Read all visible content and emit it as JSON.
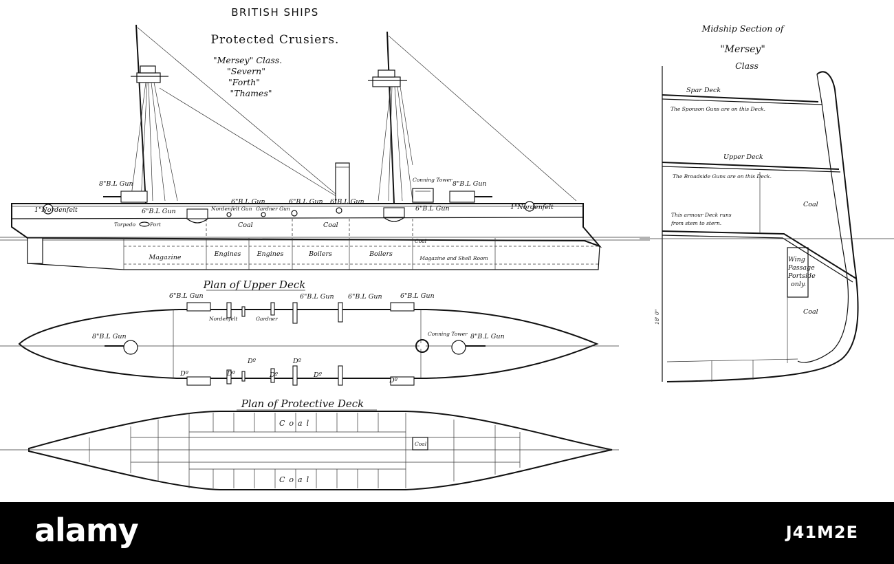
{
  "header": {
    "title": "BRITISH SHIPS",
    "subtitle": "Protected Crusiers.",
    "classes": [
      "\"Mersey\" Class.",
      "\"Severn\"",
      "\"Forth\"",
      "\"Thames\""
    ]
  },
  "profile": {
    "labels": {
      "gun8_fwd": "8\"B.L Gun",
      "gun8_aft": "8\"B.L Gun",
      "gun6_a": "6\"B.L Gun",
      "gun6_b": "6\"B.L Gun",
      "gun6_c": "6\"B.L Gun",
      "gun6_d": "6\"B.L Gun",
      "gun6_e": "6\"B.L Gun",
      "conning": "Conning Tower",
      "nord_fwd": "1\"Nordenfelt",
      "nord_aft": "1\"Nordenfelt",
      "nord_gun": "Nordenfelt Gun",
      "gardner_gun": "Gardner Gun",
      "torpedo": "Torpedo",
      "port": "Port",
      "coal1": "Coal",
      "coal2": "Coal",
      "coal3": "Coal"
    },
    "compartments": [
      "Magazine",
      "Engines",
      "Engines",
      "Boilers",
      "Boilers",
      "Magazine and Shell Room"
    ]
  },
  "upper_deck": {
    "title": "Plan of Upper Deck",
    "labels": {
      "g6_1": "6\"B.L Gun",
      "g6_2": "6\"B.L Gun",
      "g6_3": "6\"B.L Gun",
      "g6_4": "6\"B.L Gun",
      "g8_fwd": "8\"B.L Gun",
      "g8_aft": "8\"B.L Gun",
      "nordenfelt": "Nordenfelt",
      "gardner": "Gardner",
      "conning": "Conning Tower",
      "ditto": [
        "Dº",
        "Dº",
        "Dº",
        "Dº",
        "Dº",
        "Dº",
        "Dº"
      ]
    }
  },
  "protective_deck": {
    "title": "Plan of Protective Deck",
    "coal_top": "Coal",
    "coal_bottom": "Coal",
    "coal_small": "Coal"
  },
  "midship": {
    "title": "Midship Section of",
    "name": "\"Mersey\"",
    "class": "Class",
    "spar_deck": "Spar Deck",
    "sponson_note": "The Sponson Guns are on this Deck.",
    "upper_deck": "Upper Deck",
    "broadside_note": "The Broadside Guns are on this Deck.",
    "coal": "Coal",
    "coal2": "Coal",
    "armour_note1": "This armour Deck runs",
    "armour_note2": "from stem to stern.",
    "wing": [
      "Wing",
      "Passage",
      "Portside",
      "only."
    ],
    "depth": "18' 0\""
  },
  "footer": {
    "logo": "alamy",
    "image_id": "J41M2E"
  },
  "colors": {
    "ink": "#111111",
    "paper": "#ffffff",
    "footer_bg": "#000000",
    "footer_text": "#ffffff"
  }
}
